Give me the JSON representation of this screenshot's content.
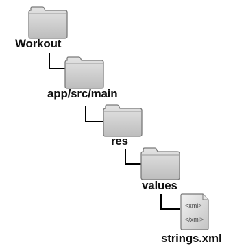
{
  "tree": {
    "nodes": [
      {
        "id": "workout",
        "label": "Workout",
        "type": "folder"
      },
      {
        "id": "app-src-main",
        "label": "app/src/main",
        "type": "folder"
      },
      {
        "id": "res",
        "label": "res",
        "type": "folder"
      },
      {
        "id": "values",
        "label": "values",
        "type": "folder"
      },
      {
        "id": "strings-xml",
        "label": "strings.xml",
        "type": "file"
      }
    ],
    "file_icon": {
      "line1": "<xml>",
      "line2": "</xml>"
    }
  },
  "colors": {
    "folder_fill": "#d2d2d2",
    "folder_edge": "#7a7a7a",
    "connector": "#000000",
    "text": "#111111"
  }
}
